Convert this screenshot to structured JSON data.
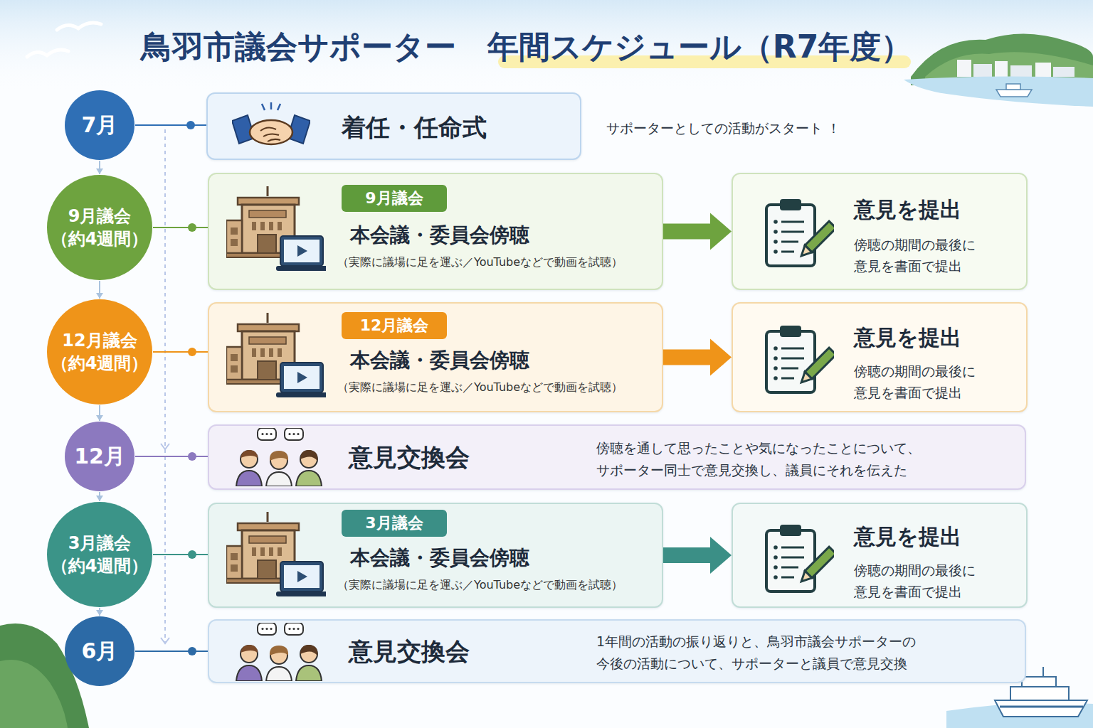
{
  "diagram": {
    "title": "鳥羽市議会サポーター　年間スケジュール（R7年度）",
    "nodes": [
      {
        "text": [
          "7月"
        ]
      },
      {
        "text": [
          "着任・任命式"
        ]
      },
      {
        "text": [
          "9月議会 （約4週間）"
        ]
      },
      {
        "text": [
          "本会議・委員会傍聴",
          "（実際に議場に足を運ぶ／YouTubeなどで動画を試聴）"
        ]
      },
      {
        "text": [
          "9月議会"
        ],
        "in": 3
      },
      {
        "text": [
          "意見を提出",
          "傍聴の期間の最後に 意見を書面で提出"
        ]
      },
      {
        "text": [
          "12月議会 （約4週間）"
        ]
      },
      {
        "text": [
          "本会議・委員会傍聴",
          "（実際に議場に足を運ぶ／YouTubeなどで動画を試聴）"
        ]
      },
      {
        "text": [
          "12月議会"
        ],
        "in": 7
      },
      {
        "text": [
          "意見を提出",
          "傍聴の期間の最後に 意見を書面で提出"
        ]
      },
      {
        "text": [
          "12月"
        ]
      },
      {
        "text": [
          "意見交換会",
          "傍聴を通して思ったことや気になったことについて、 サポーター同士で意見交換し、議員にそれを伝えた"
        ]
      },
      {
        "text": [
          "3月議会 （約4週間）"
        ]
      },
      {
        "text": [
          "本会議・委員会傍聴",
          "（実際に議場に足を運ぶ／YouTubeなどで動画を試聴）"
        ]
      },
      {
        "text": [
          "3月議会"
        ],
        "in": 13
      },
      {
        "text": [
          "意見を提出",
          "傍聴の期間の最後に 意見を書面で提出"
        ]
      },
      {
        "text": [
          "6月"
        ]
      },
      {
        "text": [
          "意見交換会",
          "1年間の活動の振り返りと、鳥羽市議会サポーターの 今後の活動について、サポーターと議員で意見交換"
        ]
      }
    ],
    "edges": [
      {
        "from": 0,
        "to": 2,
        "arrow": "to"
      },
      {
        "from": 2,
        "to": 6,
        "arrow": "to"
      },
      {
        "from": 6,
        "to": 10,
        "arrow": "to"
      },
      {
        "from": 10,
        "to": 12,
        "arrow": "to"
      },
      {
        "from": 12,
        "to": 16,
        "arrow": "to"
      },
      {
        "from": 0,
        "to": 1,
        "arrow": "none"
      },
      {
        "from": 2,
        "to": 3,
        "arrow": "none"
      },
      {
        "from": 6,
        "to": 7,
        "arrow": "none"
      },
      {
        "from": 10,
        "to": 11,
        "arrow": "none"
      },
      {
        "from": 12,
        "to": 13,
        "arrow": "none"
      },
      {
        "from": 16,
        "to": 17,
        "arrow": "none"
      },
      {
        "from": 3,
        "to": 5,
        "arrow": "to"
      },
      {
        "from": 7,
        "to": 9,
        "arrow": "to"
      },
      {
        "from": 13,
        "to": 15,
        "arrow": "to"
      }
    ],
    "labels": [
      "サポーターとしての活動がスタート ！"
    ]
  }
}
